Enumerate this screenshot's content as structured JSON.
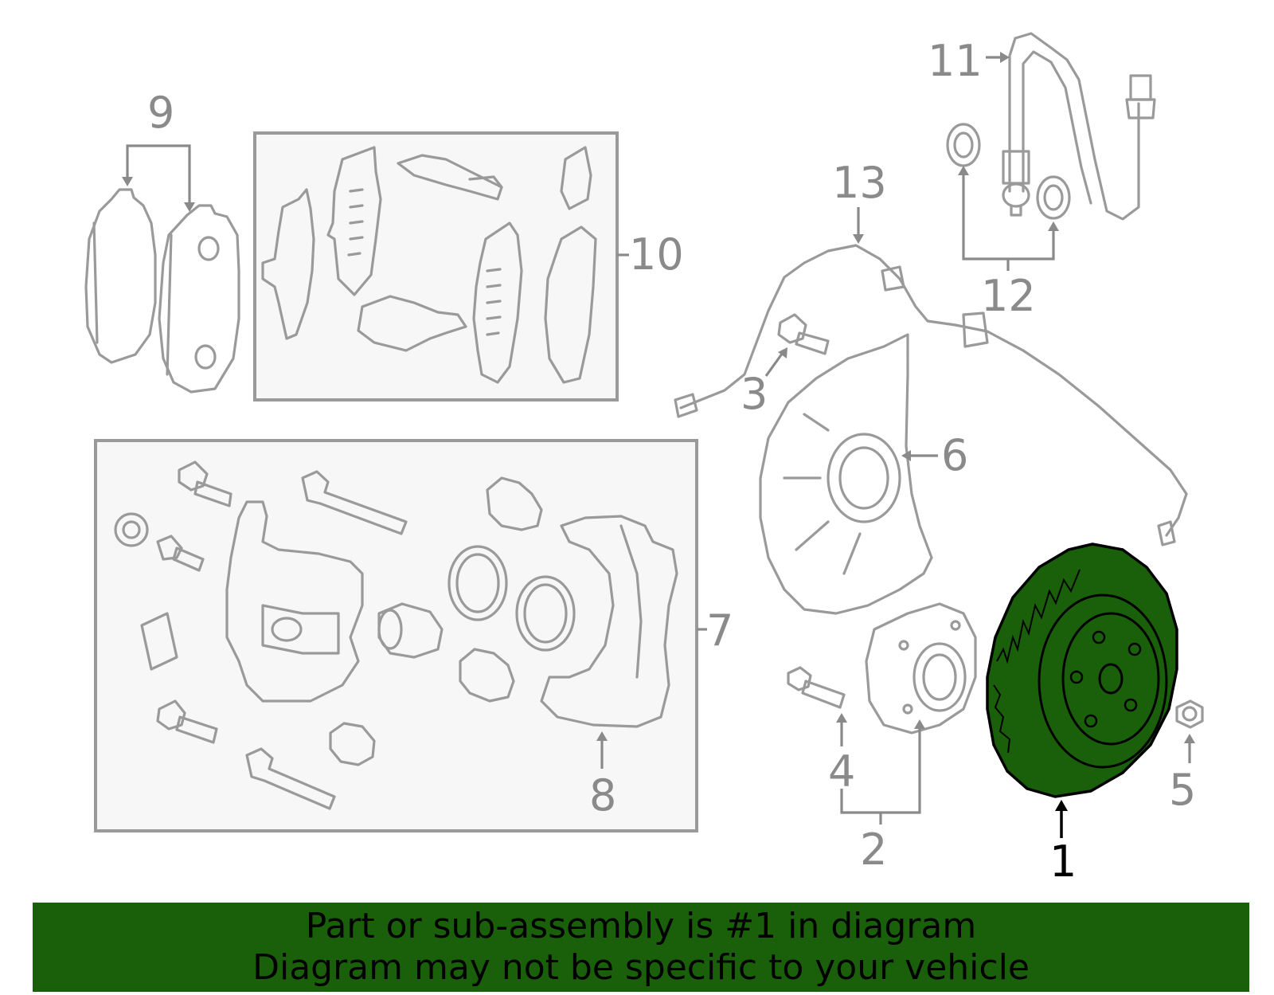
{
  "callouts": {
    "c1": "1",
    "c2": "2",
    "c3": "3",
    "c4": "4",
    "c5": "5",
    "c6": "6",
    "c7": "7",
    "c8": "8",
    "c9": "9",
    "c10": "10",
    "c11": "11",
    "c12": "12",
    "c13": "13"
  },
  "highlighted_part": "1",
  "colors": {
    "highlight": "#1a600b",
    "line": "#9a9a9a",
    "callout": "#8a8a8a",
    "box_fill": "#f7f7f7"
  },
  "banner": {
    "line1": "Part or sub-assembly is #1 in diagram",
    "line2": "Diagram may not be specific to your vehicle"
  }
}
